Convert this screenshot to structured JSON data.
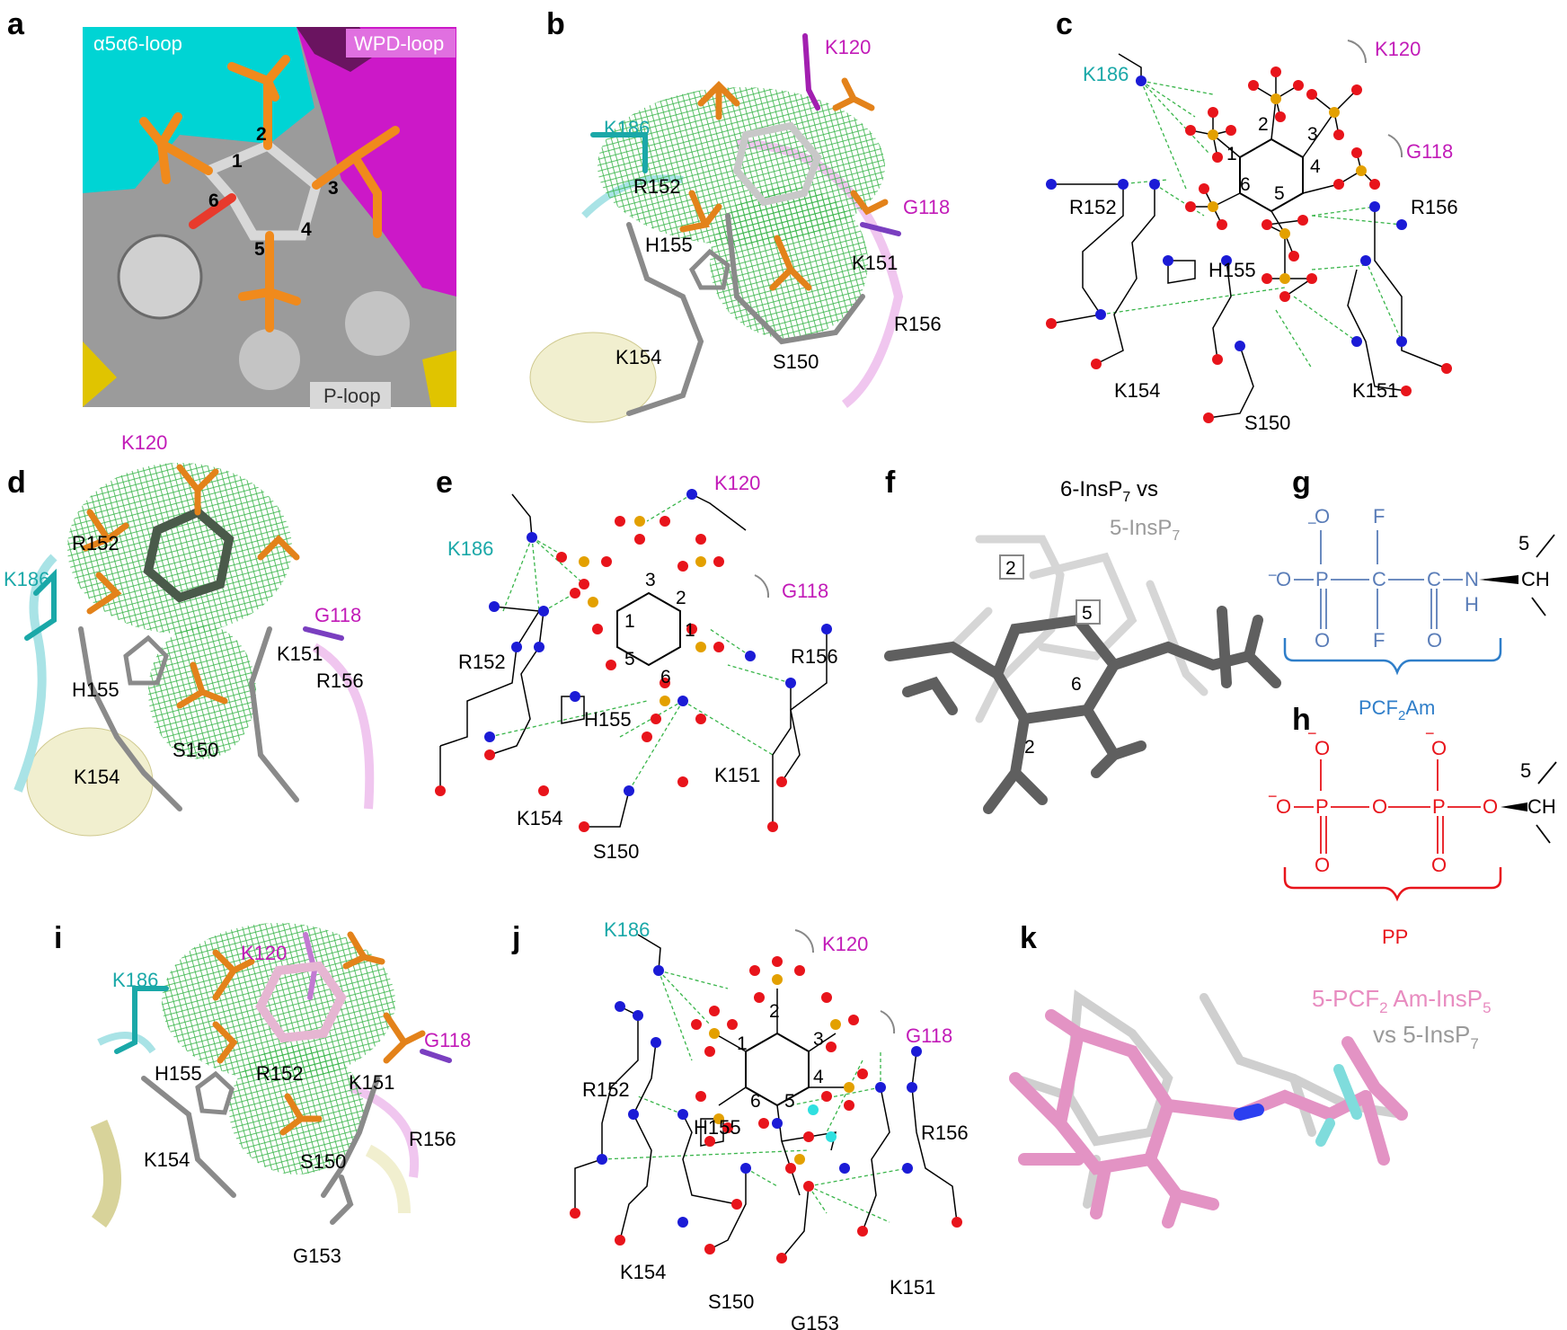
{
  "panels": {
    "a": {
      "label": "a",
      "loops": [
        "α5α6-loop",
        "WPD-loop",
        "P-loop"
      ],
      "ring_numbers": [
        "1",
        "2",
        "3",
        "4",
        "5",
        "6"
      ]
    },
    "b": {
      "label": "b",
      "residues": [
        "K120",
        "K186",
        "R152",
        "H155",
        "G118",
        "K151",
        "R156",
        "K154",
        "S150"
      ]
    },
    "c": {
      "label": "c",
      "residues": [
        "K120",
        "K186",
        "G118",
        "R152",
        "R156",
        "H155",
        "K154",
        "K151",
        "S150"
      ],
      "ring_numbers": [
        "1",
        "2",
        "3",
        "4",
        "5",
        "6"
      ]
    },
    "d": {
      "label": "d",
      "residues": [
        "K120",
        "K186",
        "R152",
        "G118",
        "K151",
        "R156",
        "H155",
        "S150",
        "K154"
      ]
    },
    "e": {
      "label": "e",
      "residues": [
        "K120",
        "K186",
        "G118",
        "R152",
        "R156",
        "H155",
        "K151",
        "K154",
        "S150"
      ],
      "ring_numbers": [
        "3",
        "2",
        "1",
        "5",
        "6",
        "1"
      ]
    },
    "f": {
      "label": "f",
      "title_a": "6-InsP",
      "title_a_sub": "7",
      "title_a_tail": " vs",
      "title_b": "5-InsP",
      "title_b_sub": "7",
      "markers": [
        "2",
        "5"
      ],
      "ring_numbers": [
        "6",
        "2"
      ]
    },
    "g": {
      "label": "g",
      "name_pre": "PCF",
      "name_sub": "2",
      "name_post": "Am",
      "atoms": {
        "o": "O",
        "p": "P",
        "c": "C",
        "f": "F",
        "n": "N",
        "h": "H",
        "ch": "CH",
        "pos": "5",
        "neg": "−"
      }
    },
    "h": {
      "label": "h",
      "name": "PP",
      "atoms": {
        "o": "O",
        "p": "P",
        "ch": "CH",
        "pos": "5",
        "neg": "−"
      }
    },
    "i": {
      "label": "i",
      "residues": [
        "K120",
        "K186",
        "G118",
        "H155",
        "R152",
        "K151",
        "K154",
        "S150",
        "R156",
        "G153"
      ]
    },
    "j": {
      "label": "j",
      "residues": [
        "K186",
        "K120",
        "G118",
        "R152",
        "H155",
        "R156",
        "K154",
        "S150",
        "G153",
        "K151"
      ],
      "ring_numbers": [
        "1",
        "2",
        "3",
        "4",
        "5",
        "6"
      ]
    },
    "k": {
      "label": "k",
      "title_a_pre": "5-PCF",
      "title_a_sub": "2",
      "title_a_mid": " Am-InsP",
      "title_a_sub2": "5",
      "title_b": "vs 5-InsP",
      "title_b_sub": "7"
    }
  },
  "colors": {
    "cyan": "#33cccc",
    "magenta": "#c21bb8",
    "grey": "#9a9a9a",
    "green": "#39b54a",
    "red": "#e8141b",
    "blue": "#1b1bd6",
    "orange": "#e3a000",
    "pcf": "#5a7db8",
    "pcf_bracket": "#2f7ec9",
    "pp": "#e8141b",
    "pink": "#e88cc0"
  }
}
